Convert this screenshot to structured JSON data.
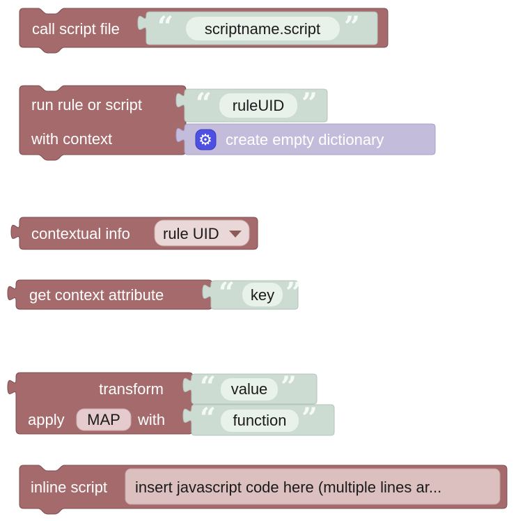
{
  "workspace": {
    "background": "#ffffff",
    "colors": {
      "block_brown": "#a56a6b",
      "block_brown_border": "#7d4b4d",
      "string_green": "#ccdcd2",
      "string_green_border": "#b2c6ba",
      "string_field_bg": "#e9f1eb",
      "dict_purple": "#c3bddb",
      "dict_purple_border": "#a79dc8",
      "gear_blue": "#4d50e0",
      "pink_field": "#e5cbcd",
      "large_pink_field": "#dcbfbf",
      "dropdown_bg": "#ead7d7",
      "dropdown_arrow": "#8d5a5a",
      "label_text": "#ffffff",
      "field_text": "#1a1a1a"
    }
  },
  "quotes": {
    "open": "“",
    "close": "”"
  },
  "icons": {
    "gear": "⚙"
  },
  "blocks": {
    "call_script_file": {
      "label": "call script file",
      "script_name": "scriptname.script"
    },
    "run_rule_or_script": {
      "label": "run rule or script",
      "context_label": "with context",
      "rule_uid": "ruleUID",
      "context_value": "create empty dictionary"
    },
    "contextual_info": {
      "label": "contextual info",
      "selected_option": "rule UID"
    },
    "get_context_attribute": {
      "label": "get context attribute",
      "key": "key"
    },
    "transform": {
      "label": "transform",
      "apply_label": "apply",
      "method": "MAP",
      "with_label": "with",
      "value": "value",
      "function": "function"
    },
    "inline_script": {
      "label": "inline script",
      "code": "insert javascript code here (multiple lines ar..."
    }
  }
}
